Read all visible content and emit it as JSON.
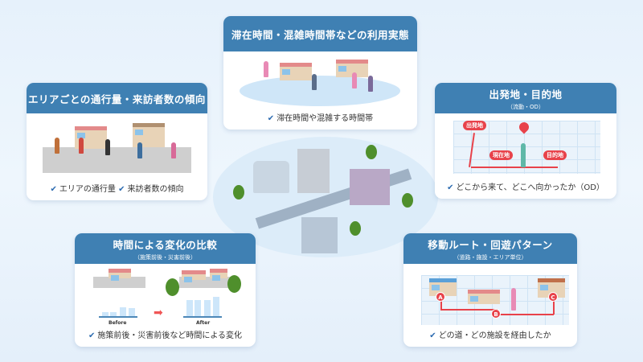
{
  "cards": {
    "usage": {
      "title": "滞在時間・混雑時間帯などの利用実態",
      "caption": "滞在時間や混雑する時間帯"
    },
    "traffic": {
      "title": "エリアごとの通行量・来訪者数の傾向",
      "caption1": "エリアの通行量",
      "caption2": "来訪者数の傾向"
    },
    "od": {
      "title": "出発地・目的地",
      "subtitle": "（流動・OD）",
      "caption": "どこから来て、どこへ向かったか（OD）",
      "pins": {
        "origin": "出発地",
        "current": "現在地",
        "destination": "目的地"
      }
    },
    "compare": {
      "title": "時間による変化の比較",
      "subtitle": "（施策前後・災害前後）",
      "before": "Before",
      "after": "After",
      "caption": "施策前後・災害前後など時間による変化"
    },
    "route": {
      "title": "移動ルート・回遊パターン",
      "subtitle": "（道路・施設・エリア単位）",
      "caption": "どの道・どの施設を経由したか",
      "points": [
        "A",
        "B",
        "C"
      ]
    }
  },
  "colors": {
    "header": "#3f80b3",
    "accent": "#e8424a",
    "check": "#2c6bb0"
  },
  "icons": {
    "check": "check-icon",
    "pin": "map-pin-icon",
    "arrow": "arrow-right-icon"
  }
}
